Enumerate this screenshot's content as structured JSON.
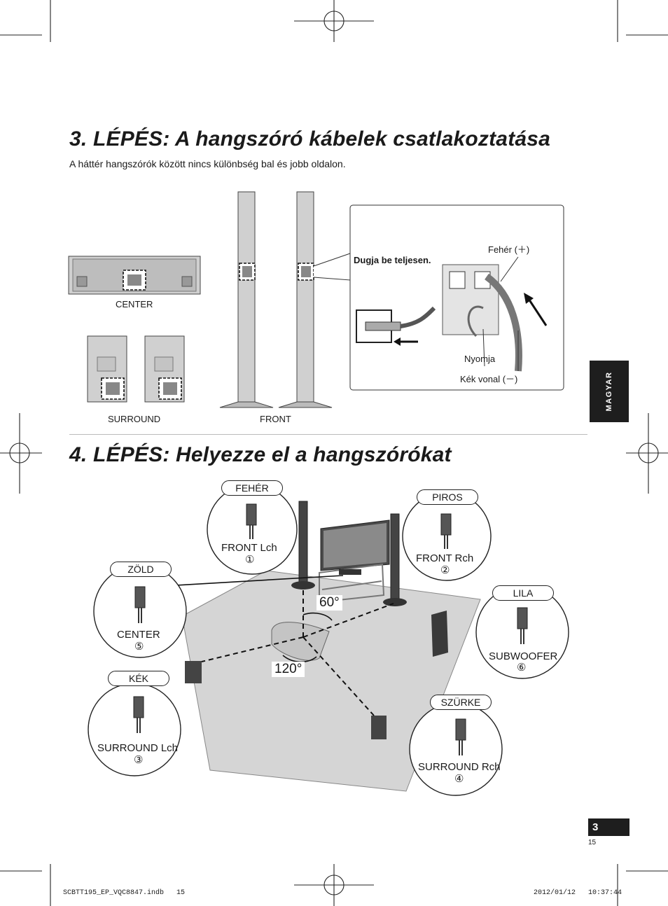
{
  "step3": {
    "title": "3. LÉPÉS: A hangszóró kábelek csatlakoztatása",
    "subtitle": "A háttér hangszórók között nincs különbség bal és jobb oldalon.",
    "labels": {
      "center": "CENTER",
      "surround": "SURROUND",
      "front": "FRONT"
    },
    "inset": {
      "instruction": "Dugja be teljesen.",
      "white": "Fehér (＋)",
      "press": "Nyomja",
      "blue": "Kék vonal (－)"
    }
  },
  "step4": {
    "title": "4. LÉPÉS: Helyezze el a hangszórókat",
    "angle_front": "60°",
    "angle_surround": "120°",
    "speakers": [
      {
        "color": "FEHÉR",
        "name": "FRONT Lch",
        "num": "①"
      },
      {
        "color": "PIROS",
        "name": "FRONT Rch",
        "num": "②"
      },
      {
        "color": "ZÖLD",
        "name": "CENTER",
        "num": "⑤"
      },
      {
        "color": "LILA",
        "name": "SUBWOOFER",
        "num": "⑥"
      },
      {
        "color": "KÉK",
        "name": "SURROUND Lch",
        "num": "③"
      },
      {
        "color": "SZÜRKE",
        "name": "SURROUND Rch",
        "num": "④"
      }
    ]
  },
  "sidebar": {
    "language": "MAGYAR"
  },
  "page": {
    "number": "3",
    "sub_number": "15"
  },
  "footer": {
    "file": "SCBTT195_EP_VQC8847.indb   15",
    "date": "2012/01/12   10:37:44"
  }
}
